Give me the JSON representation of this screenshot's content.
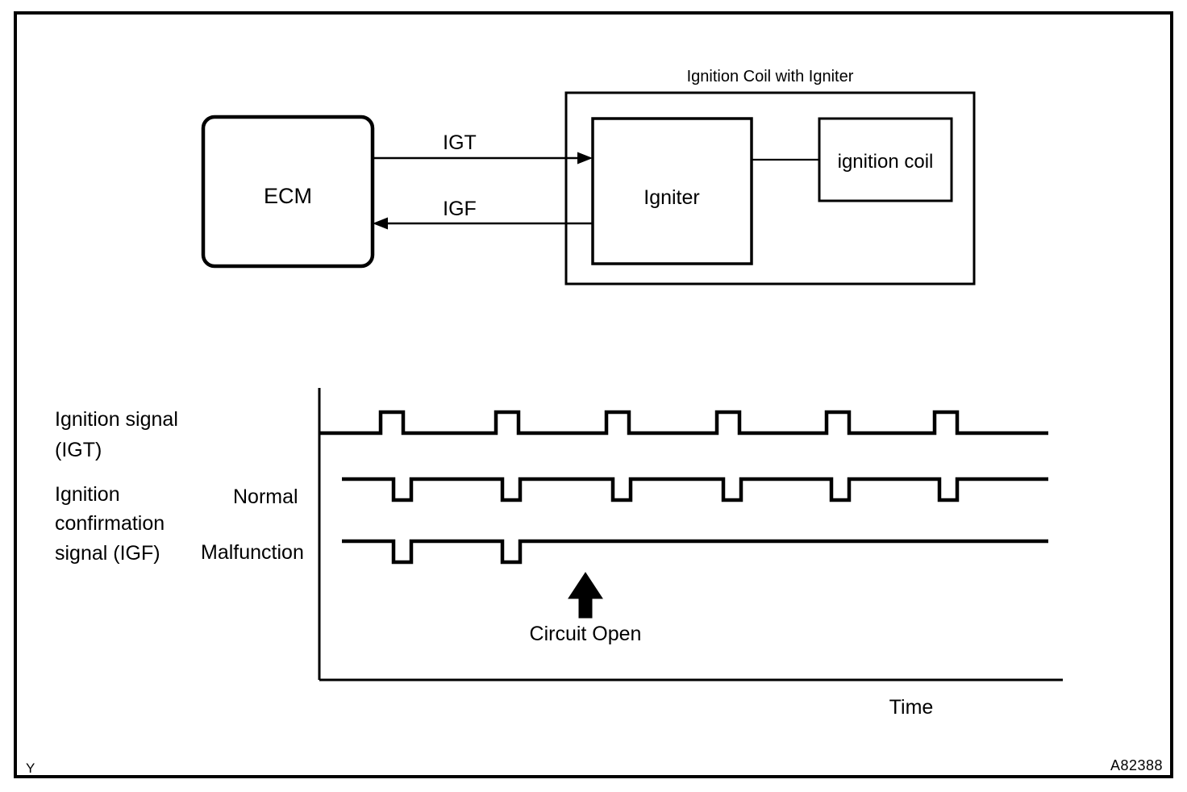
{
  "figure": {
    "frame_color": "#000000",
    "background": "#ffffff",
    "bottom_left_mark": "Y",
    "bottom_right_code": "A82388"
  },
  "block_diagram": {
    "assembly_title": "Ignition Coil with Igniter",
    "ecm_label": "ECM",
    "igniter_label": "Igniter",
    "ignition_coil_label": "ignition coil",
    "signal_out_label": "IGT",
    "signal_in_label": "IGF"
  },
  "waveform": {
    "row_labels": [
      "Ignition signal",
      "(IGT)",
      "Ignition",
      "confirmation",
      "signal (IGF)"
    ],
    "igt_label_line1": "Ignition signal",
    "igt_label_line2": "(IGT)",
    "igf_label_line1": "Ignition",
    "igf_label_line2": "confirmation",
    "igf_label_line3": "signal (IGF)",
    "normal_label": "Normal",
    "malfunction_label": "Malfunction",
    "annotation_label": "Circuit Open",
    "time_axis_label": "Time"
  },
  "chart_data": {
    "type": "line",
    "title": "Ignition signal timing chart",
    "xlabel": "Time",
    "ylabel": "",
    "grid": false,
    "legend": "none",
    "axis_origin_x": 396,
    "axis_bottom_y": 843,
    "axis_right_x": 1300,
    "series": [
      {
        "name": "Ignition signal (IGT)",
        "polarity": "high pulses",
        "baseline_y": 537,
        "pulse_peak_y": 511,
        "pulse_count": 6,
        "pulse_starts": [
          472,
          615,
          752,
          889,
          1025,
          1159
        ],
        "pulse_width": 28,
        "trace_start_x": 396,
        "trace_end_x": 1300
      },
      {
        "name": "Ignition confirmation signal (IGF) - Normal",
        "polarity": "low pulses",
        "baseline_y": 594,
        "pulse_trough_y": 620,
        "pulse_count": 6,
        "pulse_starts": [
          488,
          623,
          760,
          897,
          1031,
          1165
        ],
        "pulse_width": 22,
        "trace_start_x": 424,
        "trace_end_x": 1300
      },
      {
        "name": "Ignition confirmation signal (IGF) - Malfunction",
        "polarity": "low pulses",
        "baseline_y": 671,
        "pulse_trough_y": 697,
        "pulse_count": 2,
        "pulse_starts": [
          488,
          623
        ],
        "pulse_width": 22,
        "trace_start_x": 424,
        "trace_end_x": 1300,
        "flat_after_x": 645,
        "note": "Signal stops after second pulse due to circuit open"
      }
    ],
    "annotations": [
      {
        "text": "Circuit Open",
        "arrow_x": 726,
        "arrow_tip_y": 712,
        "arrow_base_y": 765,
        "text_x": 726,
        "text_y": 793
      }
    ]
  }
}
